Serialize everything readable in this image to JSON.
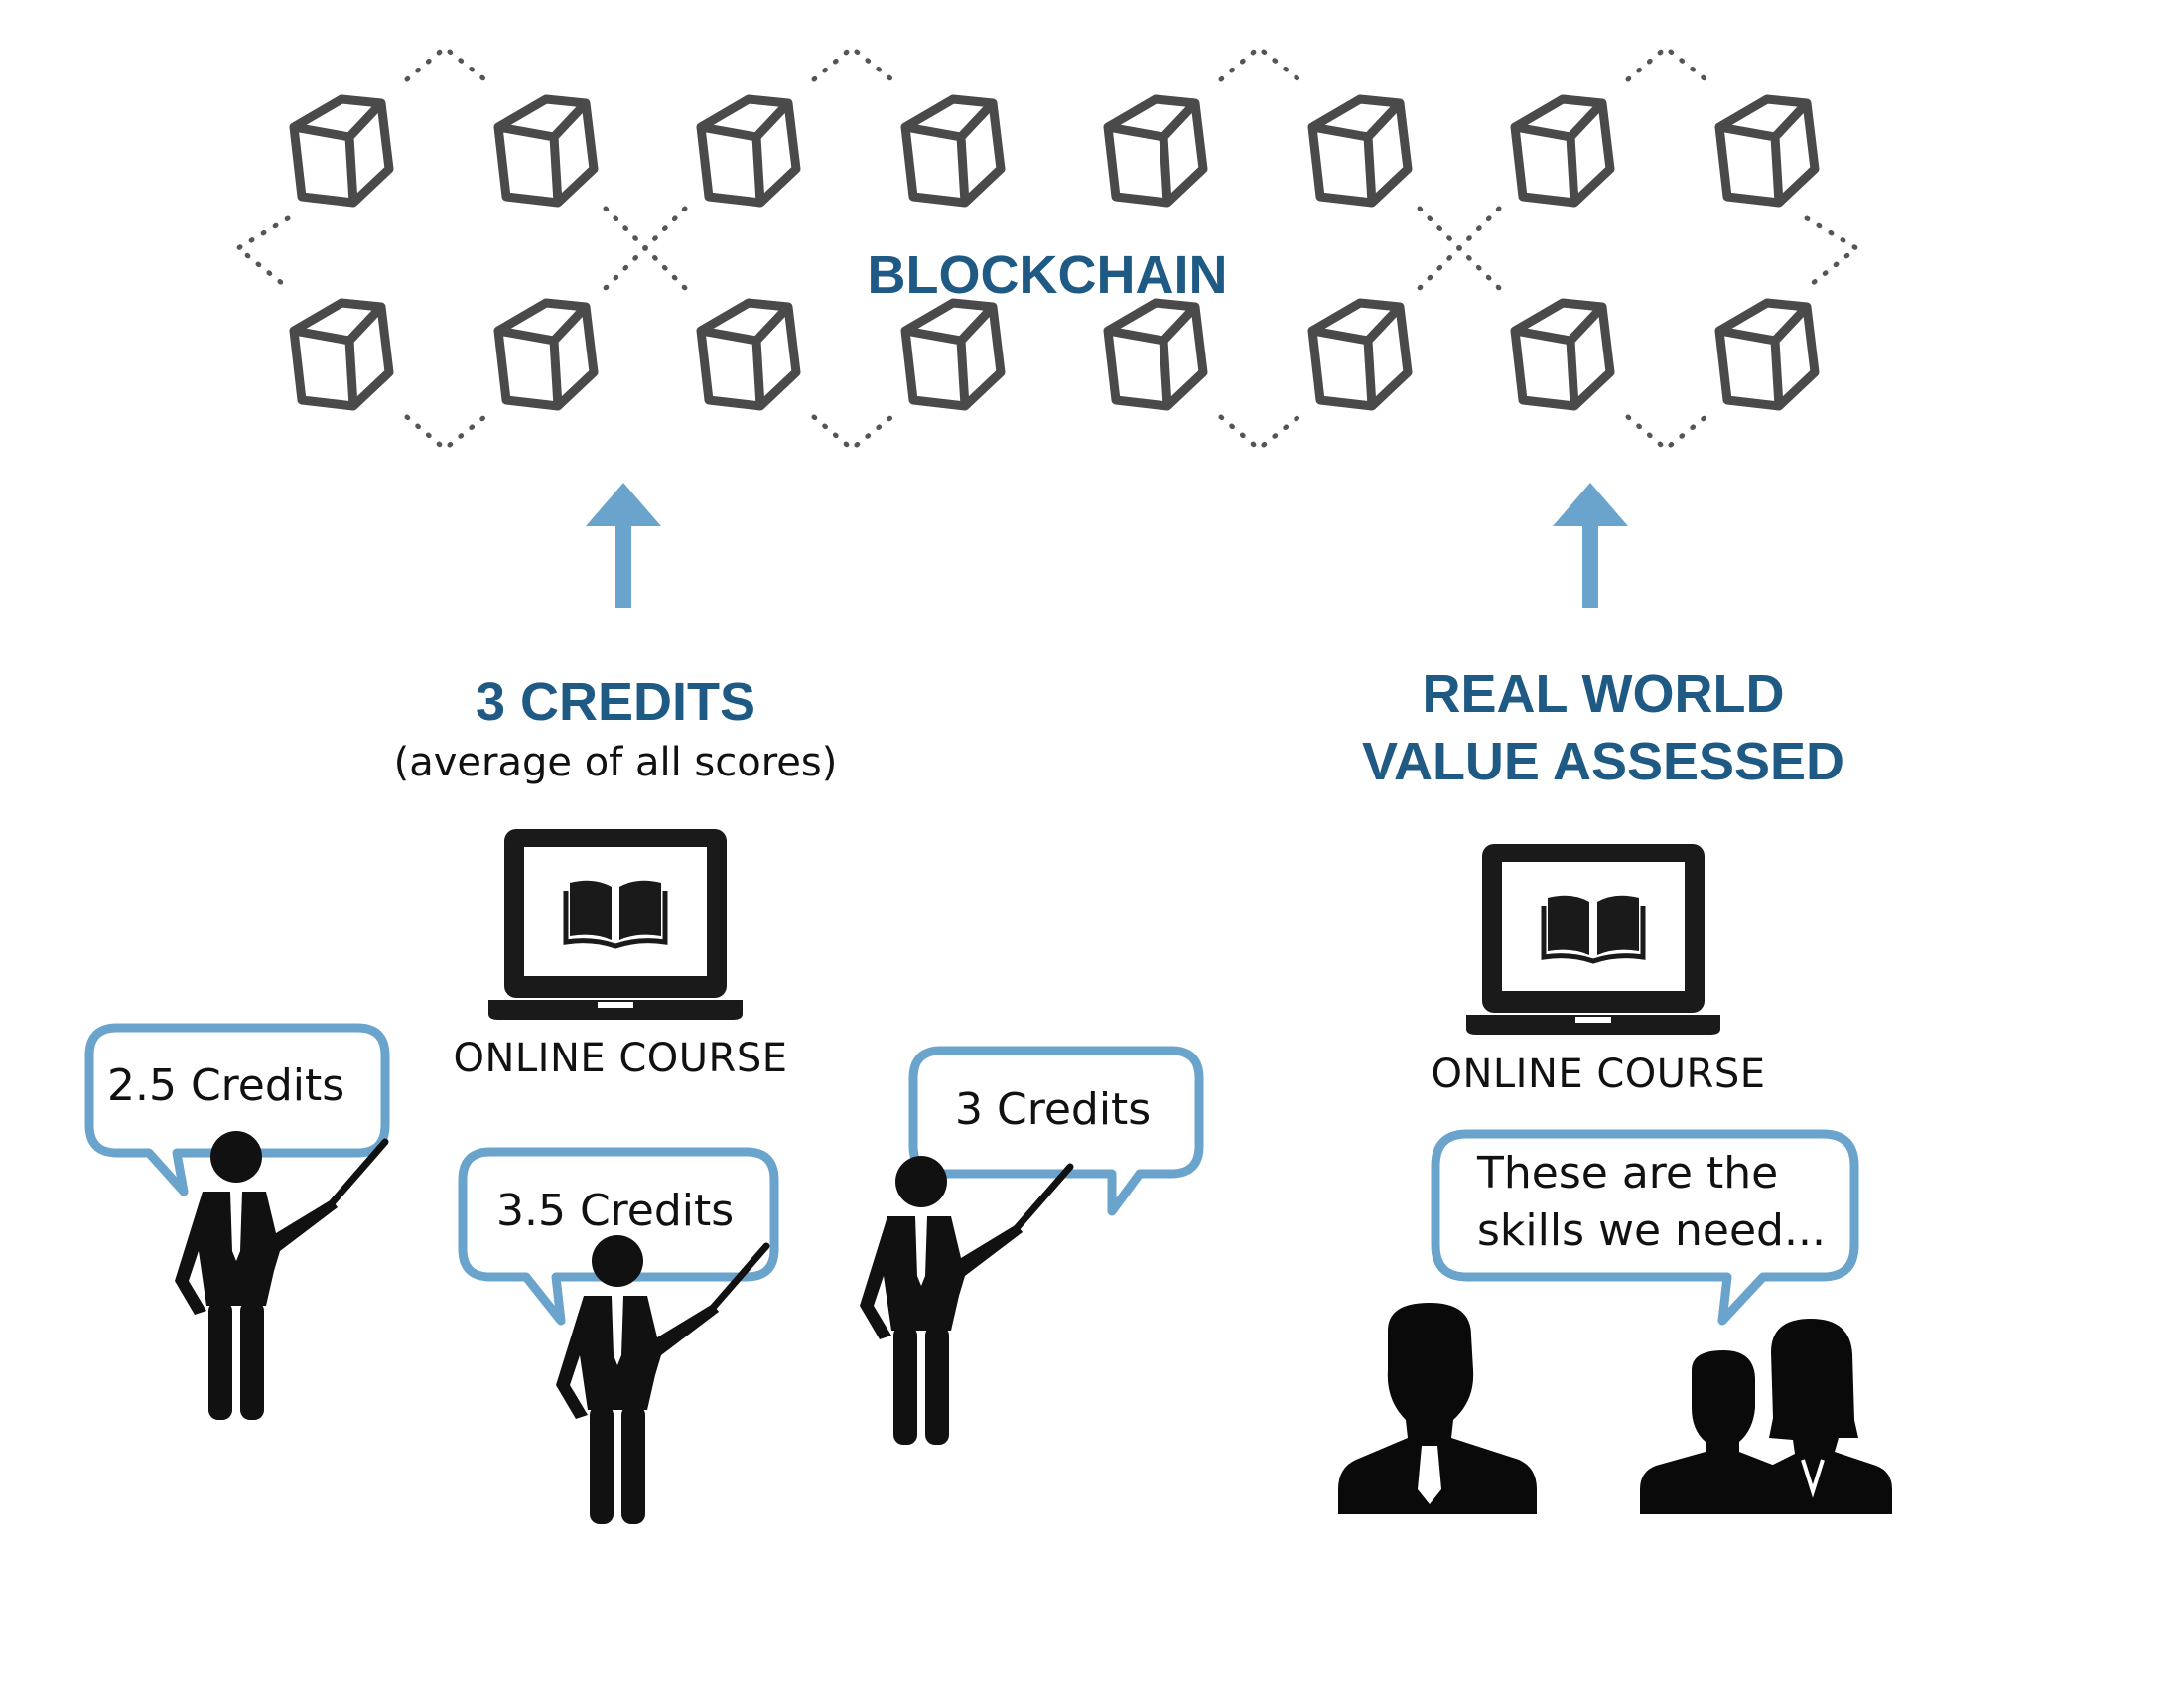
{
  "blockchain": {
    "label": "BLOCKCHAIN"
  },
  "left_panel": {
    "heading": "3 CREDITS",
    "subheading": "(average of all scores)",
    "course_label": "ONLINE COURSE",
    "bubbles": [
      "2.5 Credits",
      "3.5 Credits",
      "3 Credits"
    ]
  },
  "right_panel": {
    "heading_line1": "REAL WORLD",
    "heading_line2": "VALUE ASSESSED",
    "course_label": "ONLINE COURSE",
    "bubble_line1": "These are the",
    "bubble_line2": "skills we need..."
  },
  "colors": {
    "accent": "#6aa3cc",
    "heading": "#1f5a84",
    "cube": "#4a4a4a",
    "silhouette": "#111111"
  }
}
